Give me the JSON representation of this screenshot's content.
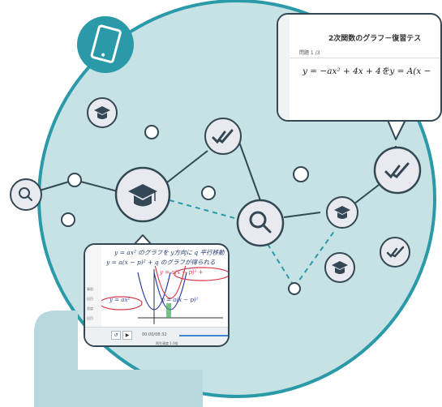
{
  "colors": {
    "circle_fill": "#c7e2e4",
    "accent_teal": "#2a9aa9",
    "navy": "#334854",
    "node_fill": "#e9eaef",
    "light_bar": "#c7e2e4"
  },
  "nodes": [
    {
      "id": "search-small",
      "icon": "search-icon"
    },
    {
      "id": "cap-small",
      "icon": "graduation-cap-icon"
    },
    {
      "id": "cap-large",
      "icon": "graduation-cap-icon"
    },
    {
      "id": "check-1",
      "icon": "double-check-icon"
    },
    {
      "id": "search-large",
      "icon": "search-icon"
    },
    {
      "id": "cap-right",
      "icon": "graduation-cap-icon"
    },
    {
      "id": "check-2",
      "icon": "double-check-icon"
    },
    {
      "id": "check-3",
      "icon": "double-check-icon"
    },
    {
      "id": "cap-bottom",
      "icon": "graduation-cap-icon"
    },
    {
      "id": "tablet",
      "icon": "tablet-icon"
    }
  ],
  "screen_quiz": {
    "title": "2次関数のグラフ－復習テス",
    "question_number": "問題 1 /3",
    "formula": "y = −ax² + 4x + 4をy = A(x −"
  },
  "screen_video": {
    "line1": "y = ax² のグラフを y方向に q 平行移動",
    "line2": "y = a(x − p)² + q のグラフが得られる",
    "eq_top": "y = a(x − p)² +",
    "eq_mid": "y = a(x − p)²",
    "eq_left": "y = ax²",
    "time": "00:00/08:32",
    "page": "再生速度 1.0倍",
    "side_items": [
      "事前",
      "回目",
      "習度",
      "回目"
    ]
  }
}
